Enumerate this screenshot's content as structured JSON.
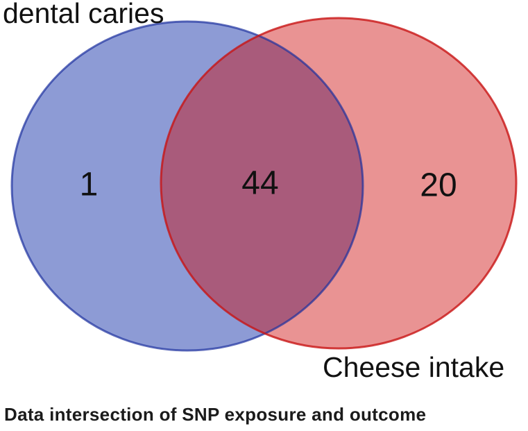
{
  "figure": {
    "left_set": {
      "label": "dental caries",
      "only_count": "1"
    },
    "right_set": {
      "label": "Cheese intake",
      "only_count": "20"
    },
    "intersection_count": "44",
    "caption": "Data intersection of SNP exposure and outcome"
  },
  "colors": {
    "left_fill": "rgba(2,33,161,0.45)",
    "right_fill": "rgba(205,8,8,0.44)",
    "left_stroke": "rgba(28,49,158,0.70)",
    "right_stroke": "rgba(200,20,20,0.80)",
    "left_region_rendered": "#8A9AD4",
    "right_region_rendered": "#E89292",
    "overlap_region_rendered": "#A75C7C",
    "text": "#111111",
    "background": "#FFFFFF"
  },
  "chart_data": {
    "type": "venn",
    "sets": [
      "dental caries",
      "Cheese intake"
    ],
    "values": {
      "dental_caries_only": 1,
      "intersection": 44,
      "cheese_intake_only": 20
    },
    "title": "Data intersection of SNP exposure and outcome"
  }
}
